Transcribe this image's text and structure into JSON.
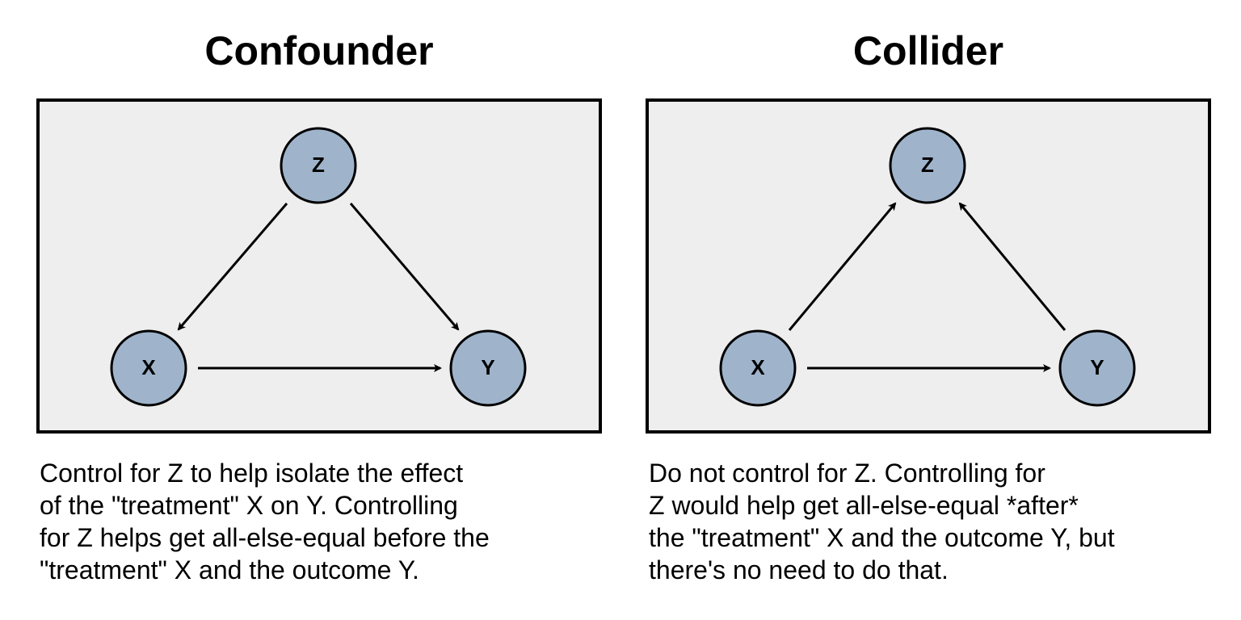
{
  "panels": [
    {
      "title": "Confounder",
      "nodes": {
        "z": "Z",
        "x": "X",
        "y": "Y"
      },
      "caption_lines": [
        "Control for Z to help isolate the effect",
        "of the \"treatment\" X on Y. Controlling",
        "for Z helps get all-else-equal before the",
        "\"treatment\" X and the outcome Y."
      ],
      "edges": [
        {
          "from": "Z",
          "to": "X"
        },
        {
          "from": "Z",
          "to": "Y"
        },
        {
          "from": "X",
          "to": "Y"
        }
      ]
    },
    {
      "title": "Collider",
      "nodes": {
        "z": "Z",
        "x": "X",
        "y": "Y"
      },
      "caption_lines": [
        "Do not control for Z. Controlling for",
        "Z would help get all-else-equal *after*",
        "the \"treatment\" X and the outcome Y, but",
        "there's no need to do that."
      ],
      "edges": [
        {
          "from": "X",
          "to": "Z"
        },
        {
          "from": "Y",
          "to": "Z"
        },
        {
          "from": "X",
          "to": "Y"
        }
      ]
    }
  ],
  "colors": {
    "box_fill": "#eeeeee",
    "node_fill": "#9fb4cb",
    "stroke": "#000000"
  }
}
